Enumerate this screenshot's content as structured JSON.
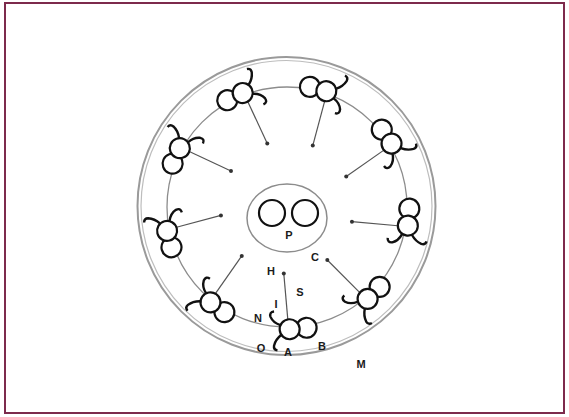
{
  "diagram": {
    "labels": [
      "P",
      "C",
      "H",
      "S",
      "I",
      "N",
      "O",
      "A",
      "B",
      "M"
    ]
  }
}
